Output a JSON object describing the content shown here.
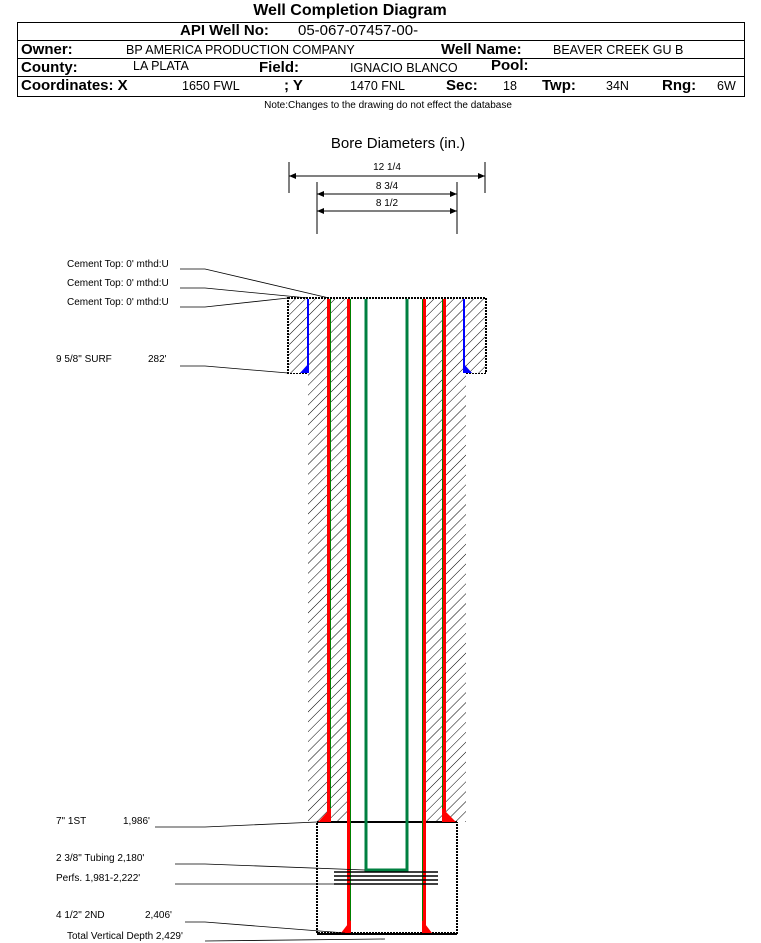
{
  "title": "Well Completion Diagram",
  "header": {
    "api_label": "API Well No:",
    "api_value": "05-067-07457-00-",
    "owner_label": "Owner:",
    "owner_value": "BP AMERICA PRODUCTION COMPANY",
    "well_name_label": "Well Name:",
    "well_name_value": "BEAVER CREEK GU B",
    "county_label": "County:",
    "county_value": "LA PLATA",
    "field_label": "Field:",
    "field_value": "IGNACIO BLANCO",
    "pool_label": "Pool:",
    "coordx_label": "Coordinates: X",
    "coordx_value": "1650 FWL",
    "coordy_label": "; Y",
    "coordy_value": "1470 FNL",
    "sec_label": "Sec:",
    "sec_value": "18",
    "twp_label": "Twp:",
    "twp_value": "34N",
    "rng_label": "Rng:",
    "rng_value": "6W"
  },
  "note": "Note:Changes to the drawing do not effect the database",
  "bore": {
    "title": "Bore Diameters (in.)",
    "d1": "12 1/4",
    "d2": "8 3/4",
    "d3": "8 1/2"
  },
  "labels": {
    "cement1": "Cement Top: 0' mthd:U",
    "cement2": "Cement Top: 0' mthd:U",
    "cement3": "Cement Top: 0' mthd:U",
    "surf": "9 5/8\" SURF",
    "surf_depth": "282'",
    "first": "7\" 1ST",
    "first_depth": "1,986'",
    "tubing": "2 3/8\" Tubing 2,180'",
    "perfs": "Perfs. 1,981-2,222'",
    "second": "4 1/2\" 2ND",
    "second_depth": "2,406'",
    "tvd": "Total Vertical Depth 2,429'"
  },
  "colors": {
    "casing_red": "#ff0000",
    "casing_green": "#008000",
    "tubing": "#008040",
    "surface_casing": "#0000ff"
  }
}
